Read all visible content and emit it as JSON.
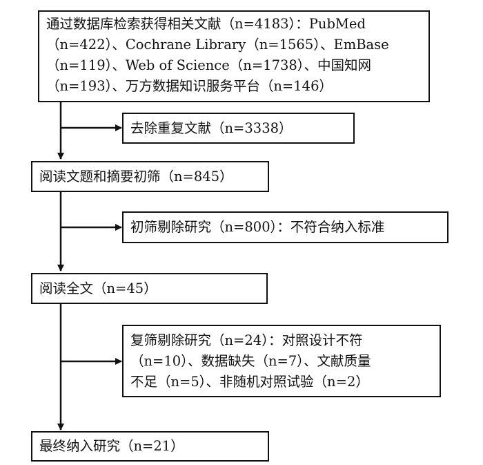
{
  "flow": {
    "identified": {
      "lines": [
        "通过数据库检索获得相关文献（n=4183）：PubMed",
        "（n=422）、Cochrane Library（n=1565）、EmBase",
        "（n=119）、Web of Science（n=1738）、中国知网",
        "（n=193）、万方数据知识服务平台（n=146）"
      ]
    },
    "duplicates_removed": "去除重复文献（n=3338）",
    "title_abstract_screened": "阅读文题和摘要初筛（n=845）",
    "initial_excluded": "初筛剔除研究（n=800）：不符合纳入标准",
    "full_text_read": "阅读全文（n=45）",
    "rescreen_excluded": {
      "lines": [
        "复筛剔除研究（n=24）：对照设计不符",
        "（n=10）、数据缺失（n=7）、文献质量",
        "不足（n=5）、非随机对照试验（n=2）"
      ]
    },
    "final_included": "最终纳入研究（n=21）"
  }
}
